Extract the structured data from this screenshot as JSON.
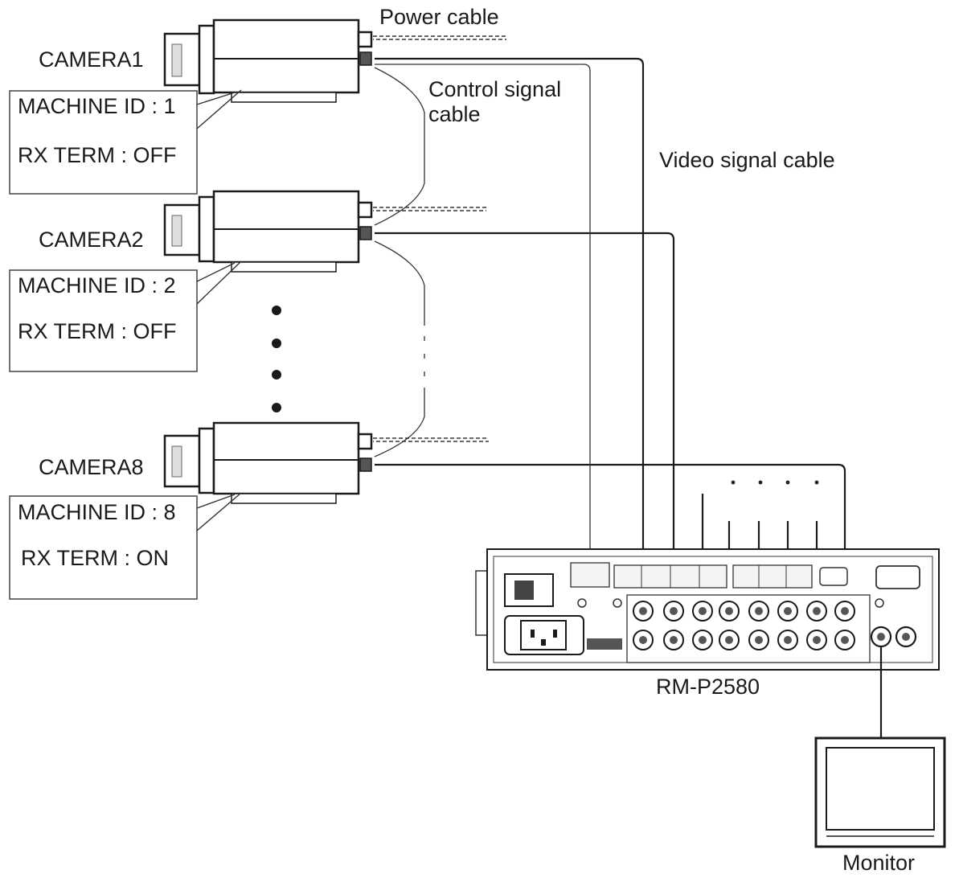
{
  "labels": {
    "power_cable": "Power cable",
    "control_signal_cable_line1": "Control signal",
    "control_signal_cable_line2": "cable",
    "video_signal_cable": "Video signal cable",
    "device_name": "RM-P2580",
    "monitor": "Monitor"
  },
  "cameras": [
    {
      "name": "CAMERA1",
      "machine_id": "MACHINE ID : 1",
      "rx_term": "RX TERM : OFF"
    },
    {
      "name": "CAMERA2",
      "machine_id": "MACHINE ID : 2",
      "rx_term": "RX TERM : OFF"
    },
    {
      "name": "CAMERA8",
      "machine_id": "MACHINE ID : 8",
      "rx_term": "RX TERM : ON"
    }
  ],
  "colors": {
    "line": "#1a1a1a",
    "background": "#ffffff"
  }
}
